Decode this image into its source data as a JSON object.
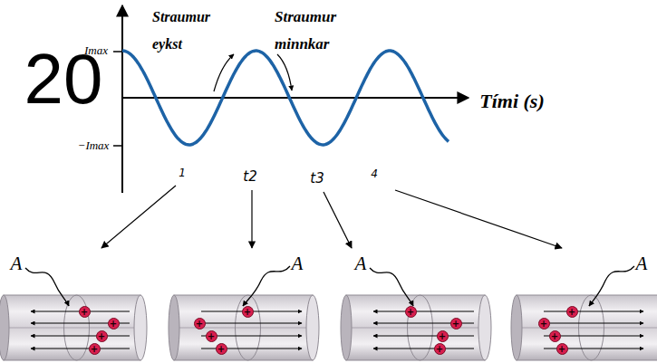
{
  "diagram": {
    "labels": [
      "20",
      "Imax",
      "−Imax",
      "Straumur eykst",
      "Straumur minnkar",
      "Tími (s)",
      "1",
      "t2",
      "t3",
      "4",
      "A",
      "A",
      "A",
      "A",
      "+",
      "+",
      "+",
      "+",
      "+",
      "+",
      "+",
      "+",
      "+",
      "+",
      "+",
      "+",
      "+",
      "+",
      "+",
      "+"
    ]
  }
}
